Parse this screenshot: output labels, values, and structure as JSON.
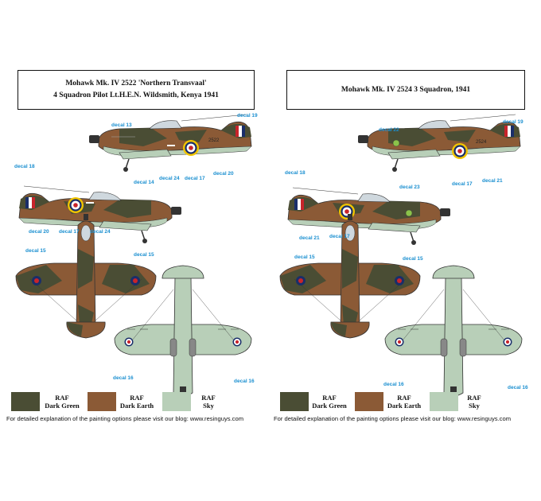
{
  "colors": {
    "dark_green": "#4a4d34",
    "dark_earth": "#8b5a36",
    "sky": "#b8cfb8",
    "decal_label": "#1a8fd0"
  },
  "legend": {
    "green": {
      "line1": "RAF",
      "line2": "Dark Green"
    },
    "earth": {
      "line1": "RAF",
      "line2": "Dark Earth"
    },
    "sky": {
      "line1": "RAF",
      "line2": "Sky"
    }
  },
  "footer": "For detailed explanation of the painting options please visit our blog: www.resinguys.com",
  "left": {
    "title_line1": "Mohawk Mk. IV 2522 'Northern Transvaal'",
    "title_line2": "4 Squadron Pilot Lt.H.E.N. Wildsmith, Kenya 1941",
    "decals": {
      "d13": "decal 13",
      "d19": "decal 19",
      "d24a": "decal 24",
      "d17a": "decal 17",
      "d20a": "decal 20",
      "d18": "decal 18",
      "d14": "decal 14",
      "d20b": "decal 20",
      "d17b": "decal 17",
      "d24b": "decal 24",
      "d15a": "decal 15",
      "d15b": "decal 15",
      "d16a": "decal 16",
      "d16b": "decal 16"
    }
  },
  "right": {
    "title_line1": "Mohawk Mk. IV 2524 3 Squadron, 1941",
    "title_line2": "",
    "decals": {
      "d22": "decal 22",
      "d19": "decal 19",
      "d17a": "decal 17",
      "d21a": "decal 21",
      "d18": "decal 18",
      "d23": "decal 23",
      "d21b": "decal 21",
      "d17b": "decal 17",
      "d15a": "decal 15",
      "d15b": "decal 15",
      "d16a": "decal 16",
      "d16b": "decal 16"
    }
  }
}
